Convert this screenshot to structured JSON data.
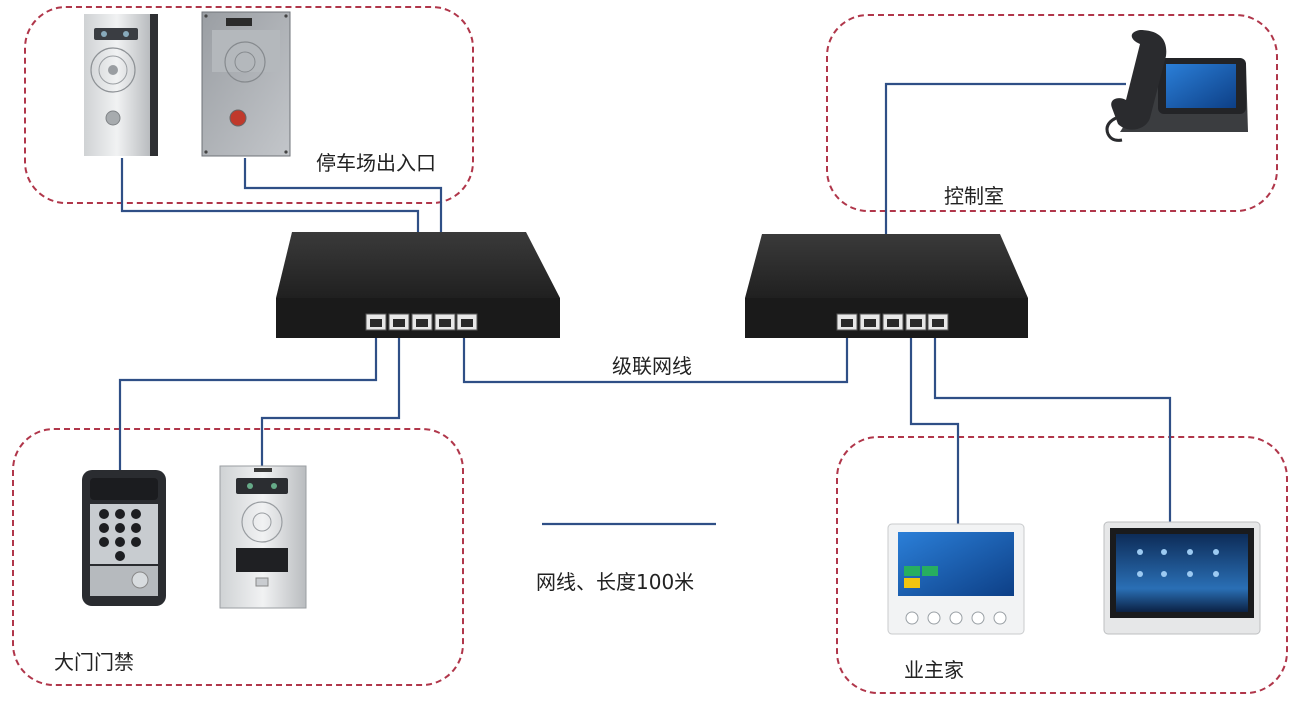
{
  "zones": {
    "parking": {
      "label": "停车场出入口"
    },
    "control": {
      "label": "控制室"
    },
    "gate": {
      "label": "大门门禁"
    },
    "owner": {
      "label": "业主家"
    }
  },
  "cascade_label": "级联网线",
  "legend": {
    "label": "网线、长度100米",
    "line_color": "#2f4f86"
  },
  "colors": {
    "zone_border": "#b0364a",
    "cable": "#2f4f86",
    "switch_body": "#1e1e1e"
  },
  "devices": {
    "parking_left": "door-station-silver",
    "parking_right": "door-station-grey",
    "gate_keypad": "keypad-access-terminal",
    "gate_panel": "intercom-panel",
    "control_phone": "video-desk-phone",
    "owner_monitor_white": "indoor-monitor-white",
    "owner_monitor_tablet": "indoor-monitor-tablet",
    "switch_left": "ethernet-switch",
    "switch_right": "ethernet-switch"
  }
}
